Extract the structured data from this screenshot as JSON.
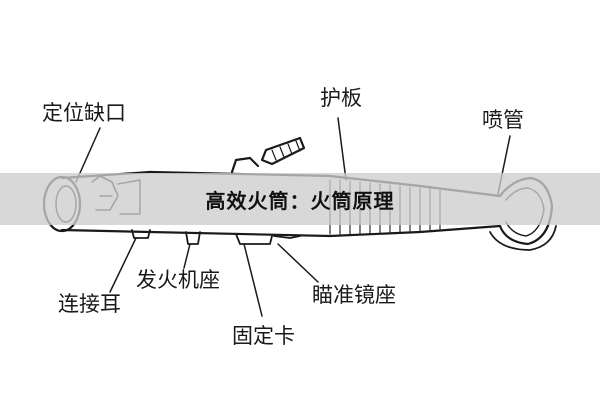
{
  "labels": {
    "sight_notch": "定位缺口",
    "guard_plate": "护板",
    "nozzle": "喷管",
    "firing_mount": "发火机座",
    "connector_lug": "连接耳",
    "scope_mount": "瞄准镜座",
    "clamp": "固定卡"
  },
  "banner": {
    "title": "高效火筒：火筒原理"
  },
  "colors": {
    "ink": "#1a1a1a",
    "banner_bg": "#cdcdcd"
  }
}
